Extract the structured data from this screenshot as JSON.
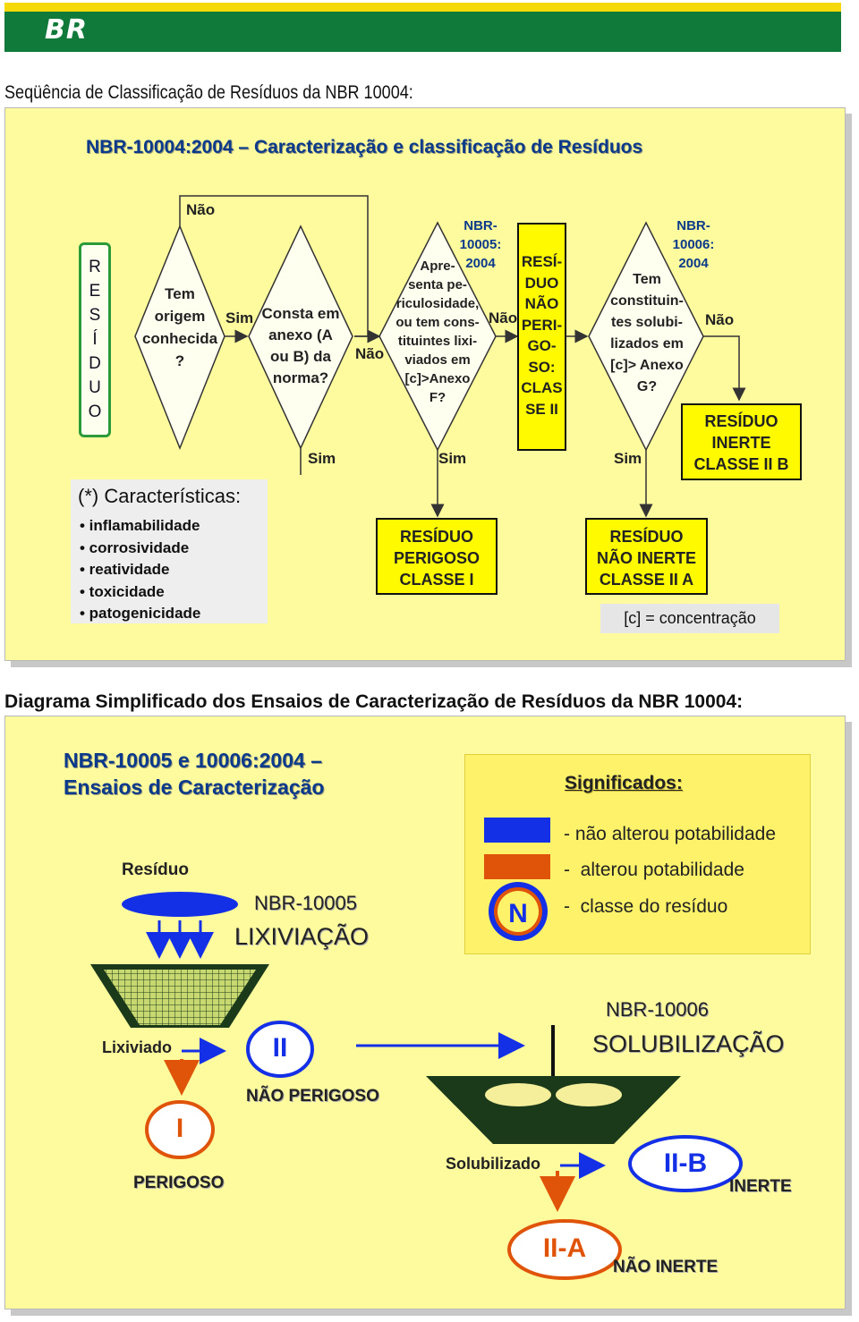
{
  "header": {
    "logo_text": "BR",
    "colors": {
      "green": "#0f7a3a",
      "yellow": "#f5d90a"
    }
  },
  "caption1": "Seqüência de Classificação de Resíduos da NBR 10004:",
  "flow": {
    "title": "NBR-10004:2004 – Caracterização e classificação de Resíduos",
    "residuo_vertical": [
      "R",
      "E",
      "S",
      "Í",
      "D",
      "U",
      "O"
    ],
    "d1": [
      "Tem",
      "origem",
      "conhecida",
      "?"
    ],
    "d2": [
      "Consta em",
      "anexo (A",
      "ou B) da",
      "norma?"
    ],
    "d3": [
      "Apre-",
      "senta pe-",
      "riculosidade,",
      "ou tem cons-",
      "tituintes lixi-",
      "viados em",
      "[c]>Anexo",
      "F?"
    ],
    "d4": [
      "Tem",
      "constituin-",
      "tes solubi-",
      "lizados em",
      "[c]> Anexo",
      "G?"
    ],
    "nbr10005": [
      "NBR-",
      "10005:",
      "2004"
    ],
    "nbr10006": [
      "NBR-",
      "10006:",
      "2004"
    ],
    "nao_perigoso": [
      "RESÍ-",
      "DUO",
      "NÃO",
      "PERI-",
      "GO-",
      "SO:",
      "CLAS",
      "SE II"
    ],
    "classe1": [
      "RESÍDUO",
      "PERIGOSO",
      "CLASSE I"
    ],
    "classe2a": [
      "RESÍDUO",
      "NÃO INERTE",
      "CLASSE II A"
    ],
    "classe2b": [
      "RESÍDUO",
      "INERTE",
      "CLASSE II B"
    ],
    "labels": {
      "nao": "Não",
      "sim": "Sim"
    },
    "caract_title": "(*) Características:",
    "caract_items": [
      "inflamabilidade",
      "corrosividade",
      "reatividade",
      "toxicidade",
      "patogenicidade"
    ],
    "concentracao": "[c] = concentração"
  },
  "caption2": "Diagrama Simplificado dos Ensaios de Caracterização de Resíduos da NBR 10004:",
  "ensaios": {
    "title": [
      "NBR-10005 e 10006:2004 –",
      "Ensaios de Caracterização"
    ],
    "legend_title": "Significados:",
    "legend": [
      {
        "text": "- não alterou potabilidade",
        "color": "#1430e6"
      },
      {
        "text": "-  alterou potabilidade",
        "color": "#e0540a"
      },
      {
        "text": "-  classe do resíduo",
        "symbol": "N"
      }
    ],
    "residuo": "Resíduo",
    "nbr10005": "NBR-10005",
    "lixiviacao": "LIXIVIAÇÃO",
    "lixiviado": "Lixiviado",
    "class_II": "II",
    "nao_perigoso": "NÃO PERIGOSO",
    "class_I": "I",
    "perigoso": "PERIGOSO",
    "nbr10006": "NBR-10006",
    "solubilizacao": "SOLUBILIZAÇÃO",
    "solubilizado": "Solubilizado",
    "class_IIB": "II-B",
    "inerte": "INERTE",
    "class_IIA": "II-A",
    "nao_inerte": "NÃO INERTE"
  }
}
